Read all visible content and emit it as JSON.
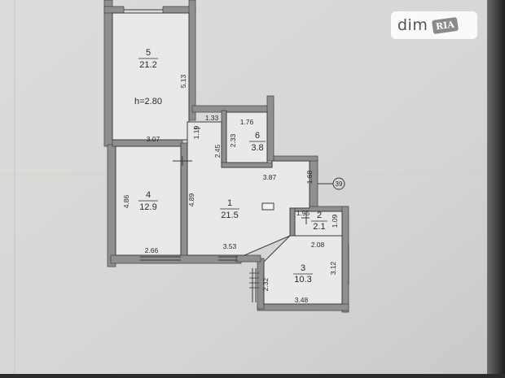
{
  "watermark": {
    "brand": "dim",
    "badge": "RIA"
  },
  "height_label": "h=2.80",
  "marker": "39",
  "rooms": [
    {
      "id": "5",
      "area": "21.2"
    },
    {
      "id": "6",
      "area": "3.8"
    },
    {
      "id": "4",
      "area": "12.9"
    },
    {
      "id": "1",
      "area": "21.5"
    },
    {
      "id": "2",
      "area": "2.1"
    },
    {
      "id": "3",
      "area": "10.3"
    }
  ],
  "dimensions": [
    "5.13",
    "3.07",
    "1.33",
    "1.19",
    "1.76",
    "2.33",
    "2.45",
    "3.87",
    "1.68",
    "4.86",
    "4.89",
    "2.66",
    "3.53",
    "1.95",
    "1.09",
    "2.08",
    "3.12",
    "2.32",
    "3.48"
  ]
}
